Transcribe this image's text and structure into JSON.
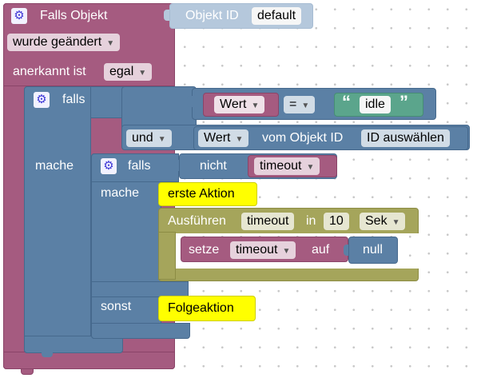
{
  "trigger": {
    "title": "Falls Objekt",
    "object_id_label": "Objekt ID",
    "object_id_value": "default",
    "changed_option": "wurde geändert",
    "ack_label": "anerkannt ist",
    "ack_option": "egal"
  },
  "if_outer": {
    "if_label": "falls",
    "do_label": "mache",
    "compare": {
      "variable": "Wert",
      "operator": "=",
      "open_quote": "“",
      "string_value": "idle",
      "close_quote": "”"
    },
    "and_op": "und",
    "get_value": {
      "attribute": "Wert",
      "from_label": "vom Objekt ID",
      "object_id": "ID auswählen"
    }
  },
  "if_inner": {
    "if_label": "falls",
    "not_label": "nicht",
    "condition_var": "timeout",
    "do_label": "mache",
    "else_label": "sonst",
    "first_action": "erste Aktion",
    "followup_action": "Folgeaktion"
  },
  "timeout_block": {
    "execute_label": "Ausführen",
    "timeout_var": "timeout",
    "in_label": "in",
    "delay": "10",
    "unit": "Sek"
  },
  "set_block": {
    "set_label": "setze",
    "variable": "timeout",
    "to_label": "auf",
    "value": "null"
  },
  "icons": {
    "mutator": "gear-icon"
  },
  "colors": {
    "trigger": "#a55b80",
    "logic": "#5b80a5",
    "text": "#5ba58c",
    "timeout": "#a5a55b",
    "comment": "#ffff00"
  }
}
